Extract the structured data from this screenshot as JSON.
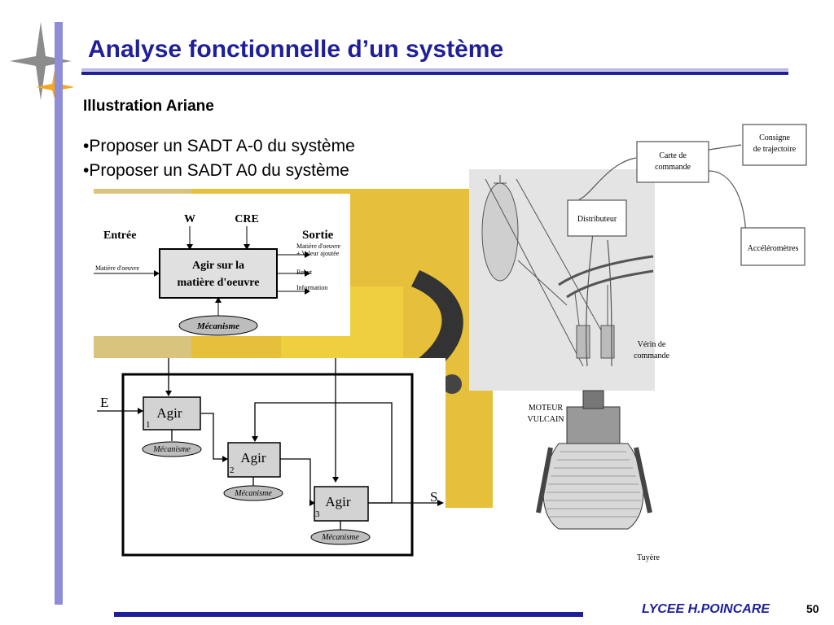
{
  "title": "Analyse fonctionnelle d’un système",
  "subtitle": "Illustration Ariane",
  "bullets": [
    "•Proposer un SADT A-0 du système",
    "•Proposer un SADT A0 du système"
  ],
  "footer": {
    "school": "LYCEE H.POINCARE",
    "page": "50"
  },
  "colors": {
    "brand": "#1f1f99",
    "left_bar": "#8e8ed6",
    "photo_bg": "#e6c03a",
    "star": "#f5a623"
  },
  "sadt_a0": {
    "input_top": "W",
    "control_top": "CRE",
    "entree_label": "Entrée",
    "sortie_label": "Sortie",
    "box_line1": "Agir sur la",
    "box_line2": "matière d'oeuvre",
    "input_left": "Matière d'oeuvre",
    "out1a": "Matière d'oeuvre",
    "out1b": "+ Valeur ajoutée",
    "out2": "Rebut",
    "out3": "Information",
    "mechanism": "Mécanisme"
  },
  "sadt_a0_detail": {
    "input": "E",
    "output": "S",
    "blocks": [
      {
        "label": "Agir",
        "num": "1",
        "mechanism": "Mécanisme"
      },
      {
        "label": "Agir",
        "num": "2",
        "mechanism": "Mécanisme"
      },
      {
        "label": "Agir",
        "num": "3",
        "mechanism": "Mécanisme"
      }
    ]
  },
  "ariane_diagram": {
    "consigne_1": "Consigne",
    "consigne_2": "de trajectoire",
    "carte_1": "Carte de",
    "carte_2": "commande",
    "distributeur": "Distributeur",
    "accelerometres": "Accéléromètres",
    "verin_1": "Vérin de",
    "verin_2": "commande",
    "moteur_1": "MOTEUR",
    "moteur_2": "VULCAIN",
    "tuyere": "Tuyère"
  }
}
